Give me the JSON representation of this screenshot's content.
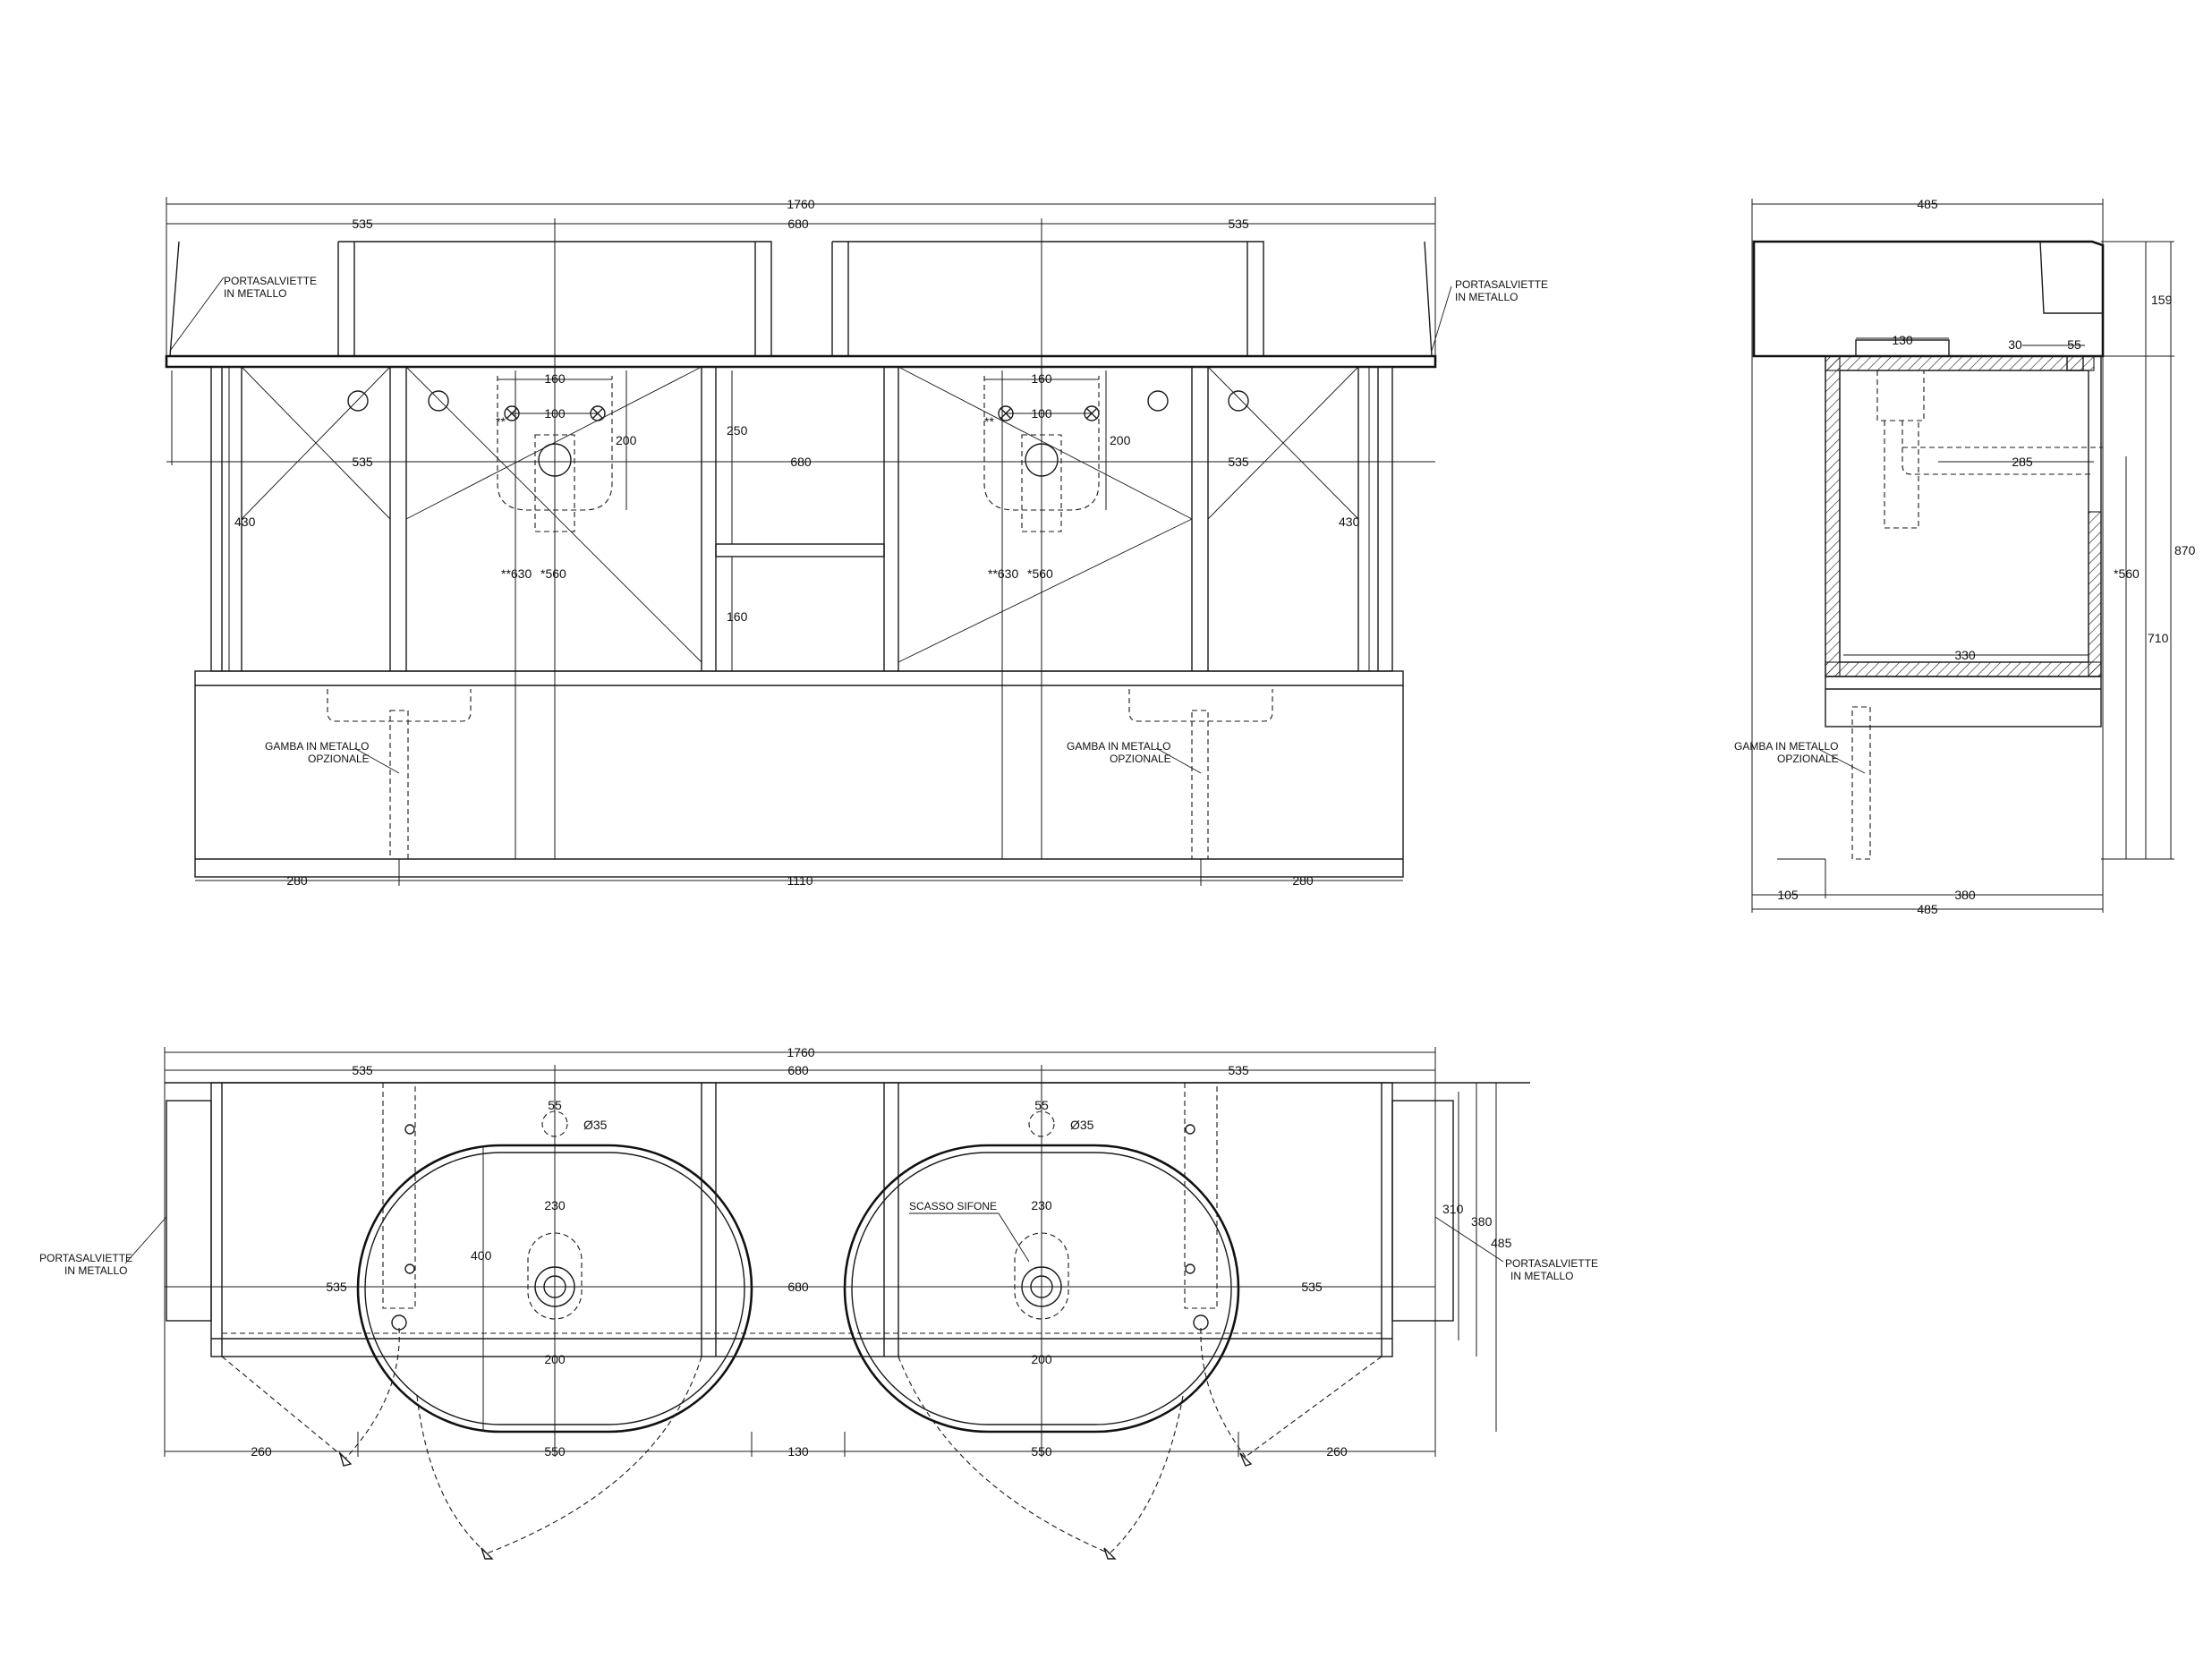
{
  "front": {
    "overall": "1760",
    "left": "535",
    "center": "680",
    "right": "535",
    "mid_left": "535",
    "mid_center": "680",
    "mid_right": "535",
    "tap_spacing": "160",
    "tap_offset": "100",
    "drain_depth": "200",
    "shelf_top": "250",
    "shelf_bottom": "160",
    "side_height": "430",
    "h630": "**630",
    "h560": "*560",
    "star": "**",
    "leg_left": "280",
    "leg_span": "1110",
    "leg_right": "280",
    "note_towel_1": "PORTASALVIETTE",
    "note_towel_2": "IN METALLO",
    "note_leg_1": "GAMBA IN METALLO",
    "note_leg_2": "OPZIONALE"
  },
  "side": {
    "depth": "485",
    "basin_h": "159",
    "d130": "130",
    "d30": "30",
    "d55": "55",
    "pipe": "285",
    "inner": "330",
    "total_h": "870",
    "h710": "710",
    "h560": "*560",
    "leg_back": "105",
    "leg_span": "380",
    "depth_bottom": "485",
    "note_leg_1": "GAMBA IN METALLO",
    "note_leg_2": "OPZIONALE"
  },
  "plan": {
    "overall": "1760",
    "left": "535",
    "center": "680",
    "right": "535",
    "tap_off": "55",
    "hole": "Ø35",
    "drain_y": "230",
    "basin_depth": "400",
    "drain_rear": "200",
    "mid_left": "535",
    "mid_center": "680",
    "mid_right": "535",
    "depth_310": "310",
    "depth_380": "380",
    "depth_485": "485",
    "bottom_left": "260",
    "basin_w": "550",
    "gap": "130",
    "bottom_right": "260",
    "note_siphon": "SCASSO SIFONE",
    "note_towel_1": "PORTASALVIETTE",
    "note_towel_2": "IN METALLO"
  }
}
